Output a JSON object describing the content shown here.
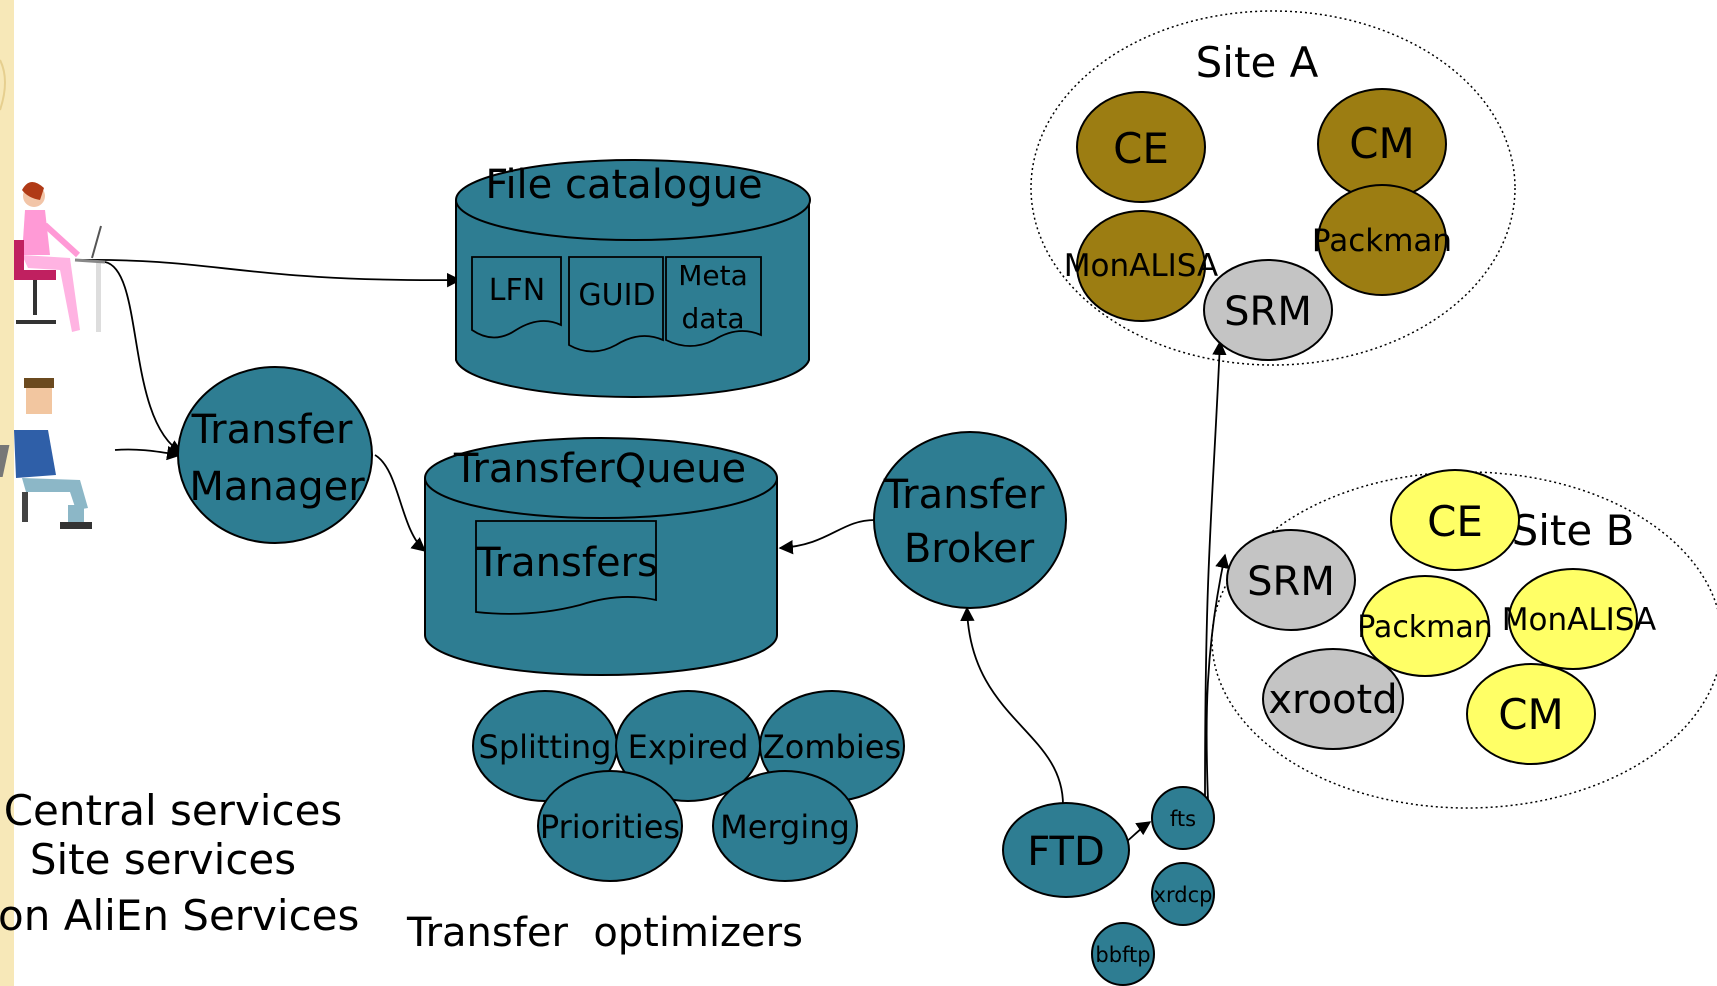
{
  "colors": {
    "teal": "#2e7d92",
    "olive": "#9c7d12",
    "yellow": "#ffff66",
    "gray": "#c4c4c4",
    "line": "#000000",
    "border_accent": "#f3dfa0"
  },
  "file_catalogue": {
    "title": "File catalogue",
    "items": [
      "LFN",
      "GUID"
    ],
    "meta_line1": "Meta",
    "meta_line2": "data"
  },
  "transfer_queue": {
    "title": "TransferQueue",
    "item": "Transfers"
  },
  "transfer_manager": {
    "line1": "Transfer",
    "line2": "Manager"
  },
  "transfer_broker": {
    "line1": "Transfer",
    "line2": "Broker"
  },
  "optimizers": {
    "items": [
      "Splitting",
      "Expired",
      "Zombies",
      "Priorities",
      "Merging"
    ],
    "caption": "Transfer  optimizers"
  },
  "legend": [
    "Central services",
    "Site services",
    "Non AliEn Services"
  ],
  "site_a": {
    "title": "Site A",
    "ce": "CE",
    "cm": "CM",
    "packman": "Packman",
    "monalisa": "MonALISA",
    "srm": "SRM"
  },
  "site_b": {
    "title": "Site B",
    "ce": "CE",
    "srm": "SRM",
    "packman": "Packman",
    "monalisa": "MonALISA",
    "xrootd": "xrootd",
    "cm": "CM"
  },
  "ftd": {
    "label": "FTD",
    "tools": [
      "fts",
      "xrdcp",
      "bbftp"
    ]
  },
  "icons": [
    "woman-at-laptop-icon",
    "man-at-laptop-icon"
  ]
}
